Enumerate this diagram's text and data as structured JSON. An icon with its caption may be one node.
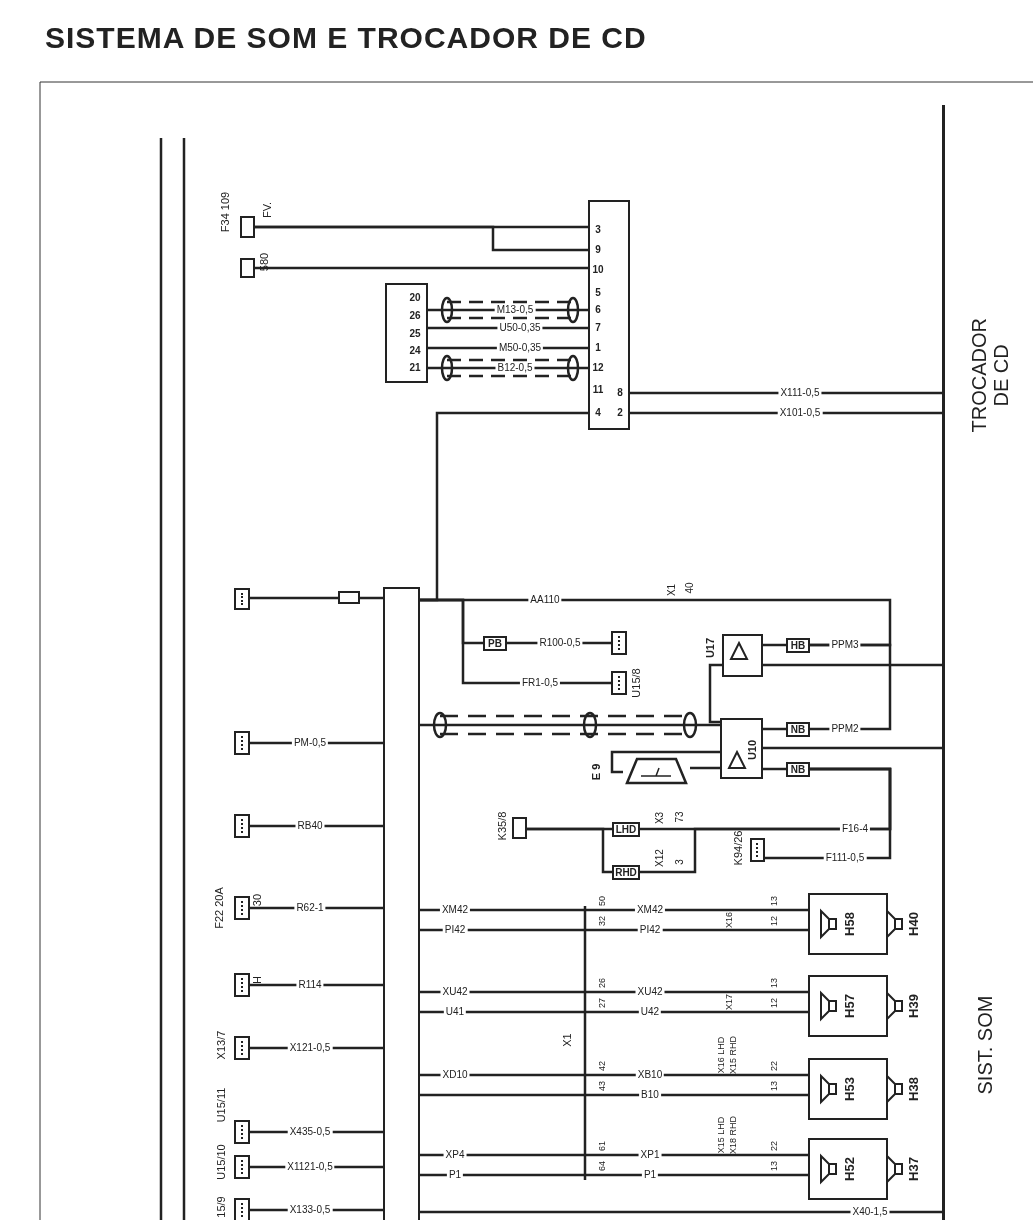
{
  "diagram": {
    "title": "SISTEMA DE SOM E TROCADOR DE CD",
    "nodes": [
      {
        "text": [
          "3",
          "9",
          "10",
          "5",
          "6",
          "7",
          "1",
          "12",
          "11",
          "4",
          "8",
          "2"
        ]
      },
      {
        "text": [],
        "shape": "box",
        "beside": [
          "F34 109",
          "FV."
        ]
      },
      {
        "text": [],
        "shape": "box",
        "beside": [
          "580"
        ]
      },
      {
        "text": [
          "20",
          "26",
          "25",
          "24",
          "21"
        ]
      },
      {
        "text": [],
        "shape": "bar"
      },
      {
        "text": [],
        "shape": "bar"
      },
      {
        "text": [],
        "shape": "box"
      },
      {
        "text": [],
        "shape": "box"
      },
      {
        "text": [],
        "shape": "box"
      },
      {
        "text": [],
        "shape": "box"
      },
      {
        "text": [],
        "shape": "box",
        "beside": [
          "F22 20A",
          "30"
        ]
      },
      {
        "text": [],
        "shape": "box",
        "beside": [
          "H"
        ]
      },
      {
        "text": [],
        "shape": "box",
        "beside": [
          "X13/7"
        ]
      },
      {
        "text": [],
        "shape": "box",
        "beside": [
          "U15/11"
        ]
      },
      {
        "text": [],
        "shape": "box",
        "beside": [
          "U15/10"
        ]
      },
      {
        "text": [],
        "shape": "box",
        "beside": [
          "15/9"
        ]
      },
      {
        "text": [
          "PB"
        ]
      },
      {
        "text": [],
        "shape": "box"
      },
      {
        "text": [],
        "shape": "box",
        "beside": [
          "U15/8"
        ]
      },
      {
        "text": [],
        "shape": "box",
        "beside": [
          "U17"
        ]
      },
      {
        "text": [
          "HB"
        ]
      },
      {
        "text": [
          "U10"
        ]
      },
      {
        "text": [
          "NB"
        ]
      },
      {
        "text": [
          "NB"
        ]
      },
      {
        "text": [],
        "shape": "trapezoid",
        "beside": [
          "E 9"
        ]
      },
      {
        "text": [],
        "shape": "box",
        "beside": [
          "K35/8"
        ]
      },
      {
        "text": [
          "LHD"
        ]
      },
      {
        "text": [
          "RHD"
        ]
      },
      {
        "text": [],
        "shape": "box",
        "beside": [
          "K94/26"
        ]
      },
      {
        "text": [],
        "shape": "box"
      },
      {
        "text": [],
        "shape": "speaker",
        "in": 29,
        "beside": [
          "H58"
        ]
      },
      {
        "text": [],
        "shape": "speaker",
        "beside": [
          "H40"
        ]
      },
      {
        "text": [],
        "shape": "box"
      },
      {
        "text": [],
        "shape": "speaker",
        "in": 32,
        "beside": [
          "H57"
        ]
      },
      {
        "text": [],
        "shape": "speaker",
        "beside": [
          "H39"
        ]
      },
      {
        "text": [],
        "shape": "box"
      },
      {
        "text": [],
        "shape": "speaker",
        "in": 35,
        "beside": [
          "H53"
        ]
      },
      {
        "text": [],
        "shape": "speaker",
        "beside": [
          "H38"
        ]
      },
      {
        "text": [],
        "shape": "box"
      },
      {
        "text": [],
        "shape": "speaker",
        "in": 38,
        "beside": [
          "H52"
        ]
      },
      {
        "text": [],
        "shape": "speaker",
        "beside": [
          "H37"
        ]
      }
    ],
    "edges": [
      {
        "from": 1,
        "to": 0,
        "arrow": "none"
      },
      {
        "from": 1,
        "to": 0,
        "arrow": "none"
      },
      {
        "from": 2,
        "to": 0,
        "arrow": "none"
      },
      {
        "from": 3,
        "to": 0,
        "arrow": "none",
        "label": "M13-0,5"
      },
      {
        "from": 3,
        "to": 0,
        "arrow": "none",
        "label": "U50-0,35"
      },
      {
        "from": 3,
        "to": 0,
        "arrow": "none",
        "label": "M50-0,35"
      },
      {
        "from": 3,
        "to": 0,
        "arrow": "none",
        "label": "B12-0,5"
      },
      {
        "from": 0,
        "to": 5,
        "arrow": "none",
        "label": "X111-0,5"
      },
      {
        "from": 0,
        "to": 5,
        "arrow": "none",
        "label": "X101-0,5"
      },
      {
        "from": 0,
        "to": 4,
        "arrow": "none"
      },
      {
        "from": 7,
        "to": 6,
        "arrow": "none"
      },
      {
        "from": 6,
        "to": 4,
        "arrow": "none"
      },
      {
        "from": 4,
        "to": 8,
        "arrow": "none",
        "label": "PM-0,5"
      },
      {
        "from": 4,
        "to": 9,
        "arrow": "none",
        "label": "RB40"
      },
      {
        "from": 4,
        "to": 10,
        "arrow": "none",
        "label": "R62-1"
      },
      {
        "from": 4,
        "to": 11,
        "arrow": "none",
        "label": "R114"
      },
      {
        "from": 4,
        "to": 12,
        "arrow": "none",
        "label": "X121-0,5"
      },
      {
        "from": 4,
        "to": 13,
        "arrow": "none",
        "label": "X435-0,5"
      },
      {
        "from": 4,
        "to": 14,
        "arrow": "none",
        "label": "X1121-0,5"
      },
      {
        "from": 4,
        "to": 15,
        "arrow": "none",
        "label": "X133-0,5"
      },
      {
        "from": 4,
        "to": 20,
        "arrow": "none",
        "label": "AA110"
      },
      {
        "from": 4,
        "to": 16,
        "arrow": "none"
      },
      {
        "from": 16,
        "to": 17,
        "arrow": "none",
        "label": "R100-0,5"
      },
      {
        "from": 4,
        "to": 18,
        "arrow": "none",
        "label": "FR1-0,5"
      },
      {
        "from": 4,
        "to": 21,
        "arrow": "none"
      },
      {
        "from": 19,
        "to": 21,
        "arrow": "none"
      },
      {
        "from": 19,
        "to": 5,
        "arrow": "none"
      },
      {
        "from": 19,
        "to": 20,
        "arrow": "none"
      },
      {
        "from": 21,
        "to": 22,
        "arrow": "none"
      },
      {
        "from": 21,
        "to": 23,
        "arrow": "none"
      },
      {
        "from": 21,
        "to": 5,
        "arrow": "none"
      },
      {
        "from": 21,
        "to": 24,
        "arrow": "none"
      },
      {
        "from": 24,
        "to": 21,
        "arrow": "none"
      },
      {
        "from": 22,
        "to": 20,
        "arrow": "none",
        "label": "PPM2"
      },
      {
        "from": 23,
        "to": 26,
        "arrow": "none",
        "label": "F16-4"
      },
      {
        "from": 23,
        "to": 28,
        "arrow": "none",
        "label": "F111-0,5"
      },
      {
        "from": 25,
        "to": 26,
        "arrow": "none"
      },
      {
        "from": 25,
        "to": 27,
        "arrow": "none"
      },
      {
        "from": 23,
        "to": 27,
        "arrow": "none"
      },
      {
        "from": 4,
        "to": 30,
        "arrow": "none",
        "label": "XM42"
      },
      {
        "from": 4,
        "to": 30,
        "arrow": "none",
        "label": "PI42"
      },
      {
        "from": 4,
        "to": 33,
        "arrow": "none",
        "label": "XU42"
      },
      {
        "from": 4,
        "to": 33,
        "arrow": "none",
        "label": "U41"
      },
      {
        "from": 4,
        "to": 36,
        "arrow": "none",
        "label": "XD10"
      },
      {
        "from": 4,
        "to": 36,
        "arrow": "none"
      },
      {
        "from": 4,
        "to": 39,
        "arrow": "none",
        "label": "XP4"
      },
      {
        "from": 4,
        "to": 39,
        "arrow": "none",
        "label": "P1"
      },
      {
        "from": 4,
        "to": 5,
        "arrow": "none",
        "label": "X40-1,5"
      }
    ],
    "labels": [
      "TROCADOR DE CD",
      "SIST. SOM",
      "X1",
      "40",
      "PPM3",
      "X3",
      "73",
      "X12",
      "3",
      "X1",
      "50",
      "32",
      "XM42",
      "PI42",
      "X16",
      "13",
      "12",
      "26",
      "27",
      "XU42",
      "U42",
      "X17",
      "13",
      "12",
      "42",
      "43",
      "XB10",
      "B10",
      "X16 LHD",
      "X15 RHD",
      "22",
      "13",
      "61",
      "64",
      "XP1",
      "P1",
      "X15 LHD",
      "X18 RHD",
      "22",
      "13"
    ]
  }
}
